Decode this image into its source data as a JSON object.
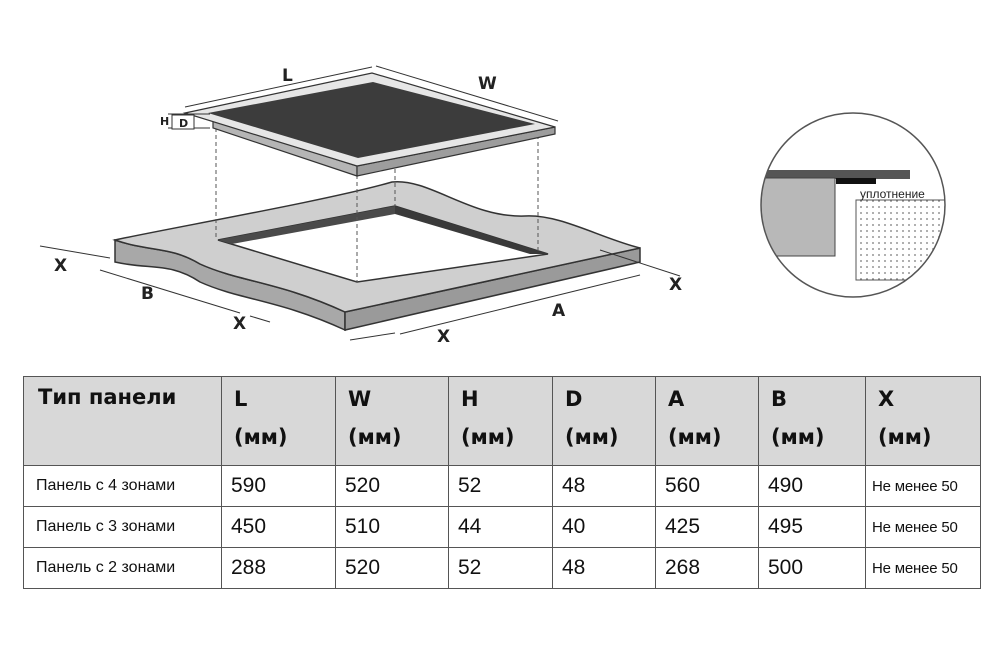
{
  "diagram": {
    "labels": {
      "L": "L",
      "W": "W",
      "H": "H",
      "D": "D",
      "X": "X",
      "B": "B",
      "A": "A"
    },
    "seal_label": "уплотнение"
  },
  "table": {
    "type_header": "Тип панели",
    "columns": [
      {
        "symbol": "L",
        "unit": "(мм)"
      },
      {
        "symbol": "W",
        "unit": "(мм)"
      },
      {
        "symbol": "H",
        "unit": "(мм)"
      },
      {
        "symbol": "D",
        "unit": "(мм)"
      },
      {
        "symbol": "A",
        "unit": "(мм)"
      },
      {
        "symbol": "B",
        "unit": "(мм)"
      },
      {
        "symbol": "X",
        "unit": "(мм)"
      }
    ],
    "rows": [
      {
        "type": "Панель с 4 зонами",
        "L": "590",
        "W": "520",
        "H": "52",
        "D": "48",
        "A": "560",
        "B": "490",
        "X": "Не менее 50"
      },
      {
        "type": "Панель с 3 зонами",
        "L": "450",
        "W": "510",
        "H": "44",
        "D": "40",
        "A": "425",
        "B": "495",
        "X": "Не менее 50"
      },
      {
        "type": "Панель с 2 зонами",
        "L": "288",
        "W": "520",
        "H": "52",
        "D": "48",
        "A": "268",
        "B": "500",
        "X": "Не менее 50"
      }
    ]
  }
}
